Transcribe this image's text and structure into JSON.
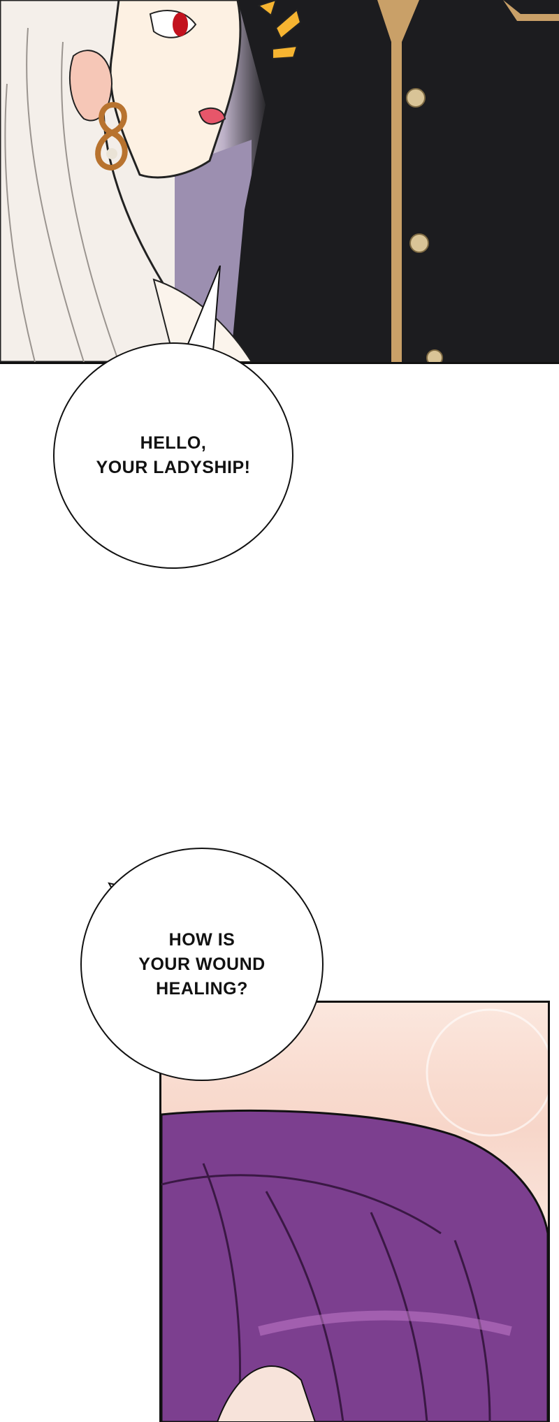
{
  "panels": {
    "top": {
      "description_icon": "character-closeup-illustration"
    },
    "bottom": {
      "description_icon": "purple-hair-illustration"
    }
  },
  "dialogue": {
    "bubble_1": "HELLO,\nYOUR LADYSHIP!",
    "bubble_2": "HOW IS\nYOUR WOUND\nHEALING?"
  },
  "colors": {
    "gutter": "#ffffff",
    "border": "#111111",
    "coat": "#1b1b1d",
    "gold_trim": "#c9a068",
    "hair_white": "#f3eee9",
    "hair_purple": "#7b3f8f",
    "effect_lines": "#f6b431"
  }
}
